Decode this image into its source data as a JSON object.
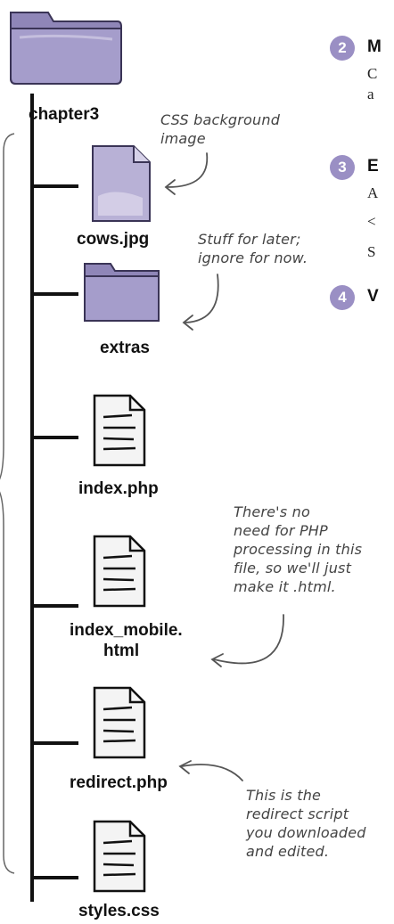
{
  "root_folder": {
    "name": "chapter3",
    "icon": "folder-icon"
  },
  "files": [
    {
      "name": "cows.jpg",
      "icon": "image-file-icon"
    },
    {
      "name": "extras",
      "icon": "folder-icon"
    },
    {
      "name": "index.php",
      "icon": "document-icon"
    },
    {
      "name_line1": "index_mobile.",
      "name_line2": "html",
      "icon": "document-icon"
    },
    {
      "name": "redirect.php",
      "icon": "document-icon"
    },
    {
      "name": "styles.css",
      "icon": "document-icon"
    }
  ],
  "annotations": {
    "cows": [
      "CSS background",
      "image"
    ],
    "extras": [
      "Stuff for later;",
      "ignore for now."
    ],
    "mobile": [
      "There's no",
      "need for PHP",
      "processing in this",
      "file, so we'll just",
      "make it .html."
    ],
    "redirect": [
      "This is the",
      "redirect script",
      "you downloaded",
      "and edited."
    ]
  },
  "steps": [
    {
      "number": "2",
      "heading": "M",
      "text": [
        "C",
        "a"
      ]
    },
    {
      "number": "3",
      "heading": "E",
      "text": [
        "A",
        "<",
        "S"
      ]
    },
    {
      "number": "4",
      "heading": "V"
    }
  ],
  "colors": {
    "folder": "#8f86b8",
    "folder_dark": "#5d5585",
    "step_badge": "#9a8fc4",
    "annotation": "#444444"
  }
}
